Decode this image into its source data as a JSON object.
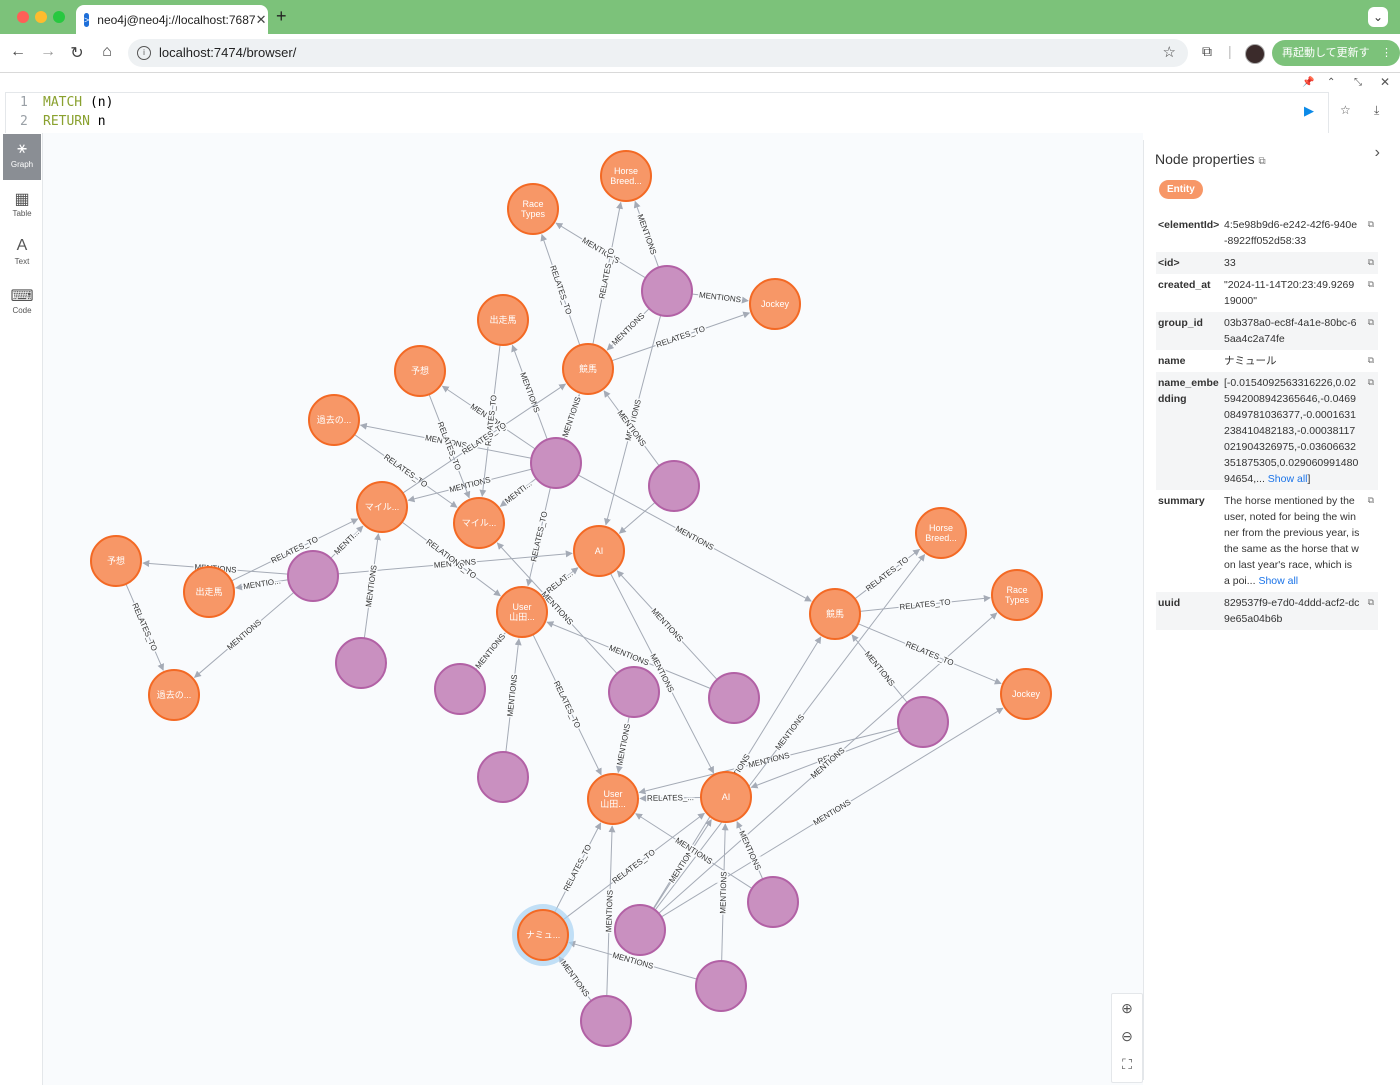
{
  "browser": {
    "tab_title": "neo4j@neo4j://localhost:7687",
    "url": "localhost:7474/browser/",
    "relaunch_label": "再起動して更新する"
  },
  "editor": {
    "line1_num": "1",
    "line1_kw": "MATCH",
    "line1_rest": " (n)",
    "line2_num": "2",
    "line2_kw": "RETURN",
    "line2_rest": " n"
  },
  "sidebar": {
    "items": [
      {
        "label": "Graph",
        "icon": "graph-icon"
      },
      {
        "label": "Table",
        "icon": "table-icon"
      },
      {
        "label": "Text",
        "icon": "text-icon"
      },
      {
        "label": "Code",
        "icon": "code-icon"
      }
    ]
  },
  "panel": {
    "title": "Node properties",
    "label_badge": "Entity",
    "properties": [
      {
        "key": "<elementId>",
        "value": "4:5e98b9d6-e242-42f6-940e-8922ff052d58:33"
      },
      {
        "key": "<id>",
        "value": "33"
      },
      {
        "key": "created_at",
        "value": "\"2024-11-14T20:23:49.926919000\""
      },
      {
        "key": "group_id",
        "value": "03b378a0-ec8f-4a1e-80bc-65aa4c2a74fe"
      },
      {
        "key": "name",
        "value": "ナミュール"
      },
      {
        "key": "name_embedding",
        "value": "[-0.0154092563316226,0.025942008942365646,-0.04690849781036377,-0.0001631238410482183,-0.00038117021904326975,-0.03606632351875305,0.02906099148094654,...",
        "link": "Show all",
        "suffix": "]"
      },
      {
        "key": "summary",
        "value": "The horse mentioned by the user, noted for being the winner from the previous year, is the same as the horse that won last year's race, which is a poi...",
        "link": "Show all",
        "suffix": ""
      },
      {
        "key": "uuid",
        "value": "829537f9-e7d0-4ddd-acf2-dc9e65a04b6b"
      }
    ]
  },
  "colors": {
    "entity_node": "#f79767",
    "episode_node": "#c990c0",
    "edge": "#a5abb6",
    "accent": "#0b8ae8"
  },
  "graph": {
    "nodes": [
      {
        "id": "n_horse_breed1",
        "label": "Horse Breed...",
        "type": "entity"
      },
      {
        "id": "n_race_types1",
        "label": "Race Types",
        "type": "entity"
      },
      {
        "id": "n_jockey1",
        "label": "Jockey",
        "type": "entity"
      },
      {
        "id": "n_shussoba1",
        "label": "出走馬",
        "type": "entity"
      },
      {
        "id": "n_keiba1",
        "label": "競馬",
        "type": "entity"
      },
      {
        "id": "n_yoso1",
        "label": "予想",
        "type": "entity"
      },
      {
        "id": "n_kako1",
        "label": "過去の...",
        "type": "entity"
      },
      {
        "id": "n_mile1",
        "label": "マイル...",
        "type": "entity"
      },
      {
        "id": "n_mile2",
        "label": "マイル...",
        "type": "entity"
      },
      {
        "id": "n_ai1",
        "label": "AI",
        "type": "entity"
      },
      {
        "id": "n_yoso2",
        "label": "予想",
        "type": "entity"
      },
      {
        "id": "n_shussoba2",
        "label": "出走馬",
        "type": "entity"
      },
      {
        "id": "n_kako2",
        "label": "過去の...",
        "type": "entity"
      },
      {
        "id": "n_user1",
        "label": "User 山田...",
        "type": "entity"
      },
      {
        "id": "n_horse_breed2",
        "label": "Horse Breed...",
        "type": "entity"
      },
      {
        "id": "n_race_types2",
        "label": "Race Types",
        "type": "entity"
      },
      {
        "id": "n_keiba2",
        "label": "競馬",
        "type": "entity"
      },
      {
        "id": "n_jockey2",
        "label": "Jockey",
        "type": "entity"
      },
      {
        "id": "n_user2",
        "label": "User 山田...",
        "type": "entity"
      },
      {
        "id": "n_ai2",
        "label": "AI",
        "type": "entity"
      },
      {
        "id": "n_namyuru",
        "label": "ナミュ...",
        "type": "entity",
        "selected": true
      },
      {
        "id": "e1",
        "type": "episode"
      },
      {
        "id": "e2",
        "type": "episode"
      },
      {
        "id": "e3",
        "type": "episode"
      },
      {
        "id": "e4",
        "type": "episode"
      },
      {
        "id": "e5",
        "type": "episode"
      },
      {
        "id": "e6",
        "type": "episode"
      },
      {
        "id": "e7",
        "type": "episode"
      },
      {
        "id": "e8",
        "type": "episode"
      },
      {
        "id": "e9",
        "type": "episode"
      },
      {
        "id": "e10",
        "type": "episode"
      },
      {
        "id": "e11",
        "type": "episode"
      },
      {
        "id": "e12",
        "type": "episode"
      },
      {
        "id": "e13",
        "type": "episode"
      },
      {
        "id": "e14",
        "type": "episode"
      }
    ],
    "edges": [
      {
        "from": "e1",
        "to": "n_horse_breed1",
        "label": "MENTIONS"
      },
      {
        "from": "e1",
        "to": "n_race_types1",
        "label": "MENTIONS"
      },
      {
        "from": "e1",
        "to": "n_jockey1",
        "label": "MENTIONS"
      },
      {
        "from": "e1",
        "to": "n_keiba1",
        "label": "MENTIONS"
      },
      {
        "from": "n_keiba1",
        "to": "n_horse_breed1",
        "label": "RELATES_TO"
      },
      {
        "from": "n_keiba1",
        "to": "n_race_types1",
        "label": "RELATES_TO"
      },
      {
        "from": "n_keiba1",
        "to": "n_jockey1",
        "label": "RELATES_TO"
      },
      {
        "from": "e1",
        "to": "n_ai1",
        "label": "MENTIONS"
      },
      {
        "from": "e2",
        "to": "n_shussoba1",
        "label": "MENTIONS"
      },
      {
        "from": "e2",
        "to": "n_keiba1",
        "label": "MENTIONS"
      },
      {
        "from": "e2",
        "to": "n_yoso1",
        "label": "MENTIONS"
      },
      {
        "from": "e2",
        "to": "n_kako1",
        "label": "MENTIONS"
      },
      {
        "from": "e2",
        "to": "n_mile1",
        "label": "MENTIONS"
      },
      {
        "from": "e2",
        "to": "n_mile2",
        "label": "MENTI..."
      },
      {
        "from": "e2",
        "to": "n_keiba2",
        "label": "MENTIONS"
      },
      {
        "from": "e2",
        "to": "n_user1",
        "label": "RELATES_TO"
      },
      {
        "from": "n_yoso1",
        "to": "n_mile2",
        "label": "RELATES_TO"
      },
      {
        "from": "n_kako1",
        "to": "n_mile2",
        "label": "RELATES_TO"
      },
      {
        "from": "n_shussoba1",
        "to": "n_mile2",
        "label": "RELATES_TO"
      },
      {
        "from": "n_mile1",
        "to": "n_keiba1",
        "label": "RELATES_TO"
      },
      {
        "from": "e3",
        "to": "n_keiba1",
        "label": "MENTIONS"
      },
      {
        "from": "e3",
        "to": "n_ai1",
        "label": ""
      },
      {
        "from": "e4",
        "to": "n_yoso2",
        "label": "MENTIONS"
      },
      {
        "from": "e4",
        "to": "n_shussoba2",
        "label": "MENTIO..."
      },
      {
        "from": "e4",
        "to": "n_mile1",
        "label": "MENTI..."
      },
      {
        "from": "e4",
        "to": "n_kako2",
        "label": "MENTIONS"
      },
      {
        "from": "e4",
        "to": "n_ai1",
        "label": "MENTIONS"
      },
      {
        "from": "n_shussoba2",
        "to": "n_mile1",
        "label": "RELATES_TO"
      },
      {
        "from": "n_yoso2",
        "to": "n_kako2",
        "label": "RELATES_TO"
      },
      {
        "from": "n_mile1",
        "to": "n_user1",
        "label": "RELATIONS_TO"
      },
      {
        "from": "n_user1",
        "to": "n_ai1",
        "label": "RELAT..."
      },
      {
        "from": "n_user1",
        "to": "n_ai1",
        "label": "RELAT..."
      },
      {
        "from": "e5",
        "to": "n_mile1",
        "label": "MENTIONS"
      },
      {
        "from": "e6",
        "to": "n_user1",
        "label": "MENTIONS"
      },
      {
        "from": "e7",
        "to": "n_mile2",
        "label": "MENTIONS"
      },
      {
        "from": "e7",
        "to": "n_user2",
        "label": "MENTIONS"
      },
      {
        "from": "e8",
        "to": "n_user1",
        "label": "MENTIONS"
      },
      {
        "from": "e9",
        "to": "n_user1",
        "label": "MENTIONS"
      },
      {
        "from": "e9",
        "to": "n_ai1",
        "label": "MENTIONS"
      },
      {
        "from": "n_user1",
        "to": "n_user2",
        "label": "RELATES_TO"
      },
      {
        "from": "n_ai1",
        "to": "n_ai2",
        "label": "MENTIONS"
      },
      {
        "from": "e10",
        "to": "n_keiba2",
        "label": "MENTIONS"
      },
      {
        "from": "e10",
        "to": "n_user2",
        "label": "MENTIONS"
      },
      {
        "from": "e10",
        "to": "n_ai2",
        "label": "REL"
      },
      {
        "from": "e11",
        "to": "n_horse_breed2",
        "label": "MENTIONS"
      },
      {
        "from": "e11",
        "to": "n_race_types2",
        "label": "MENTIONS"
      },
      {
        "from": "e11",
        "to": "n_jockey2",
        "label": "MENTIONS"
      },
      {
        "from": "e11",
        "to": "n_keiba2",
        "label": "MENTIONS"
      },
      {
        "from": "e11",
        "to": "n_ai2",
        "label": "MENTIONS"
      },
      {
        "from": "n_keiba2",
        "to": "n_horse_breed2",
        "label": "RELATES_TO"
      },
      {
        "from": "n_keiba2",
        "to": "n_race_types2",
        "label": "RELATES_TO"
      },
      {
        "from": "n_keiba2",
        "to": "n_jockey2",
        "label": "RELATES_TO"
      },
      {
        "from": "n_ai2",
        "to": "n_user2",
        "label": "RELATES_..."
      },
      {
        "from": "n_namyuru",
        "to": "n_user2",
        "label": "RELATES_TO"
      },
      {
        "from": "n_namyuru",
        "to": "n_ai2",
        "label": "RELATES_TO"
      },
      {
        "from": "e12",
        "to": "n_user2",
        "label": "MENTIONS"
      },
      {
        "from": "e12",
        "to": "n_ai2",
        "label": "MENTIONS"
      },
      {
        "from": "e13",
        "to": "n_namyuru",
        "label": "MENTIONS"
      },
      {
        "from": "e13",
        "to": "n_ai2",
        "label": "MENTIONS"
      },
      {
        "from": "e14",
        "to": "n_namyuru",
        "label": "MENTIONS"
      },
      {
        "from": "e14",
        "to": "n_user2",
        "label": "MENTIONS"
      }
    ]
  }
}
